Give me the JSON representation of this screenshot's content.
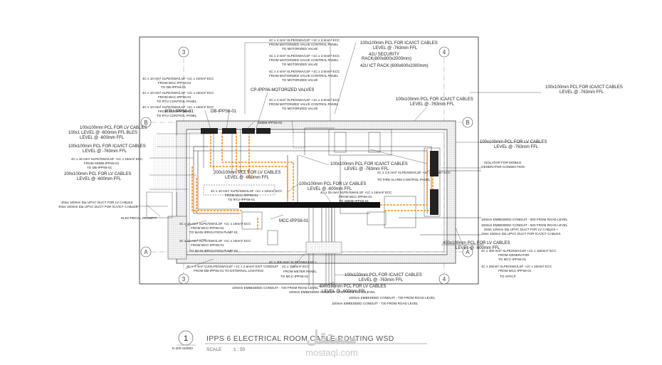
{
  "drawing": {
    "title": "IPPS 6  ELECTRICAL ROOM CABLE ROUTING WSD",
    "number": "1",
    "ref": "E-200-110503",
    "scale_label": "SCALE",
    "scale_value": "1 : 50",
    "watermark_ar": "مستقل",
    "watermark_en": "mostaql.com"
  },
  "grid": {
    "g3": "3",
    "g4": "4",
    "gB": "B",
    "gA": "A"
  },
  "labels": {
    "a_top1": "4C x 4 mm² XLPE/SWA/LSF +1C x 2.5mm² ECC",
    "a_top2": "FROM MOTORIZED VALVE CONTROL PANEL",
    "a_top3": "TO MOTORIZED VALVE",
    "a_top4": "4C x 4 mm² XLPE/SWA/LSF +1C x 2.5mm² ECC",
    "a_top5": "FROM MOTORIZED VALVE CONTROL PANEL",
    "a_top6": "TO MOTORIZED VALVE",
    "a_top7": "4C x 4 mm² XLPE/SWA/LSF +1C x 2.5mm² ECC",
    "a_top8": "FROM MOTORIZED VALVE CONTROL PANEL",
    "a_top9": "TO MOTORIZED VALVE",
    "cp_mv": "CP-IPPS6-MOTORIZED VALVES",
    "a_top10": "4C x 4 mm² XLPE/SWA/LSF +1C x 2.5mm² ECC",
    "a_top11": "FROM MOTORIZED VALVE CONTROL PANEL",
    "a_top12": "TO MOTORIZED VALVE",
    "pcl_ict_top1": "100x100mm PCL FOR ICA/ICT CABLES",
    "pcl_ict_top2": "LEVEL @ -763mm FFL",
    "sec42u_1": "42U SECURITY",
    "sec42u_2": "RACK(800x800x2000mm)",
    "ict42u": "42U ICT RACK (600x600x2000mm)",
    "pcl_ict_mid1": "100x100mm PCL FOR ICA/ICT CABLES",
    "pcl_ict_mid2": "LEVEL @ -763mm FFL",
    "pcl_ict_right1": "100x100mm PCL FOR ICA/ICT CABLES",
    "pcl_ict_right2": "LEVEL @ -763mm FFL",
    "l_rtu1": "4C x 10 mm² XLPE/SWA/LSF +1C x 10mm² ECC",
    "l_rtu2": "FROM MCC-IPPS6-01",
    "l_rtu3": "TO DB-IPPS6-01",
    "l_rtu4": "4C x 10 mm² XLPE/SWA/LSF +1C x 10mm² ECC",
    "l_rtu5": "FROM MCC-IPPS6-01",
    "l_rtu6": "TO RTU CONTROL PANEL",
    "l_rtu7": "4C x 10 mm² XLPE/SWA/LSF +1C x 10mm² ECC",
    "l_rtu8": "FROM MCC-IPPS6-01",
    "l_rtu9": "TO RTU CONTROL PANEL",
    "rtu": "RTU-IPPS6-01",
    "db": "DB-IPPS6-01",
    "smdb": "SMDB-IPPS6-01",
    "pcl_lv1a": "100x100mm PCL FOR LV CABLES",
    "pcl_lv1b": "100x1 LEVEL @ -600mm FFL BLES",
    "pcl_lv1c": "LEVEL @ -600mm FFL",
    "pcl_ict_l1": "100x100mm PCL FOR ICA/ICT CABLES",
    "pcl_ict_l2": "LEVEL @ -763mm FFL",
    "l_smdb1": "4C x 16 mm² XLPE/SWA/LSF +1C x 16mm² ECC",
    "l_smdb2": "FROM SMDB-IPPS6-01",
    "l_smdb3": "TO DB-IPPS6-01",
    "pcl_lv2a": "200x100mm PCL FOR LV CABLES",
    "pcl_lv2b": "LEVEL @ -600mm FFL",
    "duct1": "4Nos 100mm Dia UPVC DUCT FOR LV CABLES",
    "duct2": "4Nos 100mm Dia UPVC DUCT FOR ICA/ICT CABLES",
    "elec_drawpit": "ELECTRICAL DRAWPIT",
    "pcl_lv_c1": "200x100mm PCL FOR LV CABLES",
    "pcl_lv_c2": "LEVEL @ -600mm FFL",
    "c_rtu1": "4C x 10 mm² XLPE/SWA/LSF +1C x 10mm² ECC",
    "c_rtu2": "FROM MCC-IPPS6-01",
    "c_rtu3": "TO RTU-IPPS6-01",
    "mcc": "MCC-IPPS6-01",
    "lv_mid1": "100x100mm PCL FOR LV CABLES",
    "lv_mid2": "LEVEL @ -600mm FFL",
    "fire1": "2C x 2.5 mm² XLPE/SWA/LSF +1C x 2.5mm² ECC",
    "fire2": "TO FIRE ALARM CONTROL PANEL",
    "sm1": "4C x 25 mm² XLPE/SWA/LSF +1C x 16mm² ECC",
    "sm2": "FROM MCC-IPPS6-01",
    "sm3": "TO SMDB-IPPS6-01",
    "ict_c1": "100x100mm PCL FOR ICA/ICT CABLES",
    "ict_c2": "LEVEL @ -763mm FFL",
    "pcl_lv_r1": "100x100mm PCL FOR LV CABLES",
    "pcl_lv_r2": "LEVEL @ -763mm FFL",
    "iso1": "ISOLATOR FOR MOBILE",
    "iso2": "GENERATOR CONNECTION",
    "p1a": "3C x 16 mm² XLPE/SWA/LSF +1C x 16mm² ECC",
    "p1b": "FROM MCC-IPPS6-01",
    "p1c": "TO MAIN IRRIGATION PUMP-01",
    "p2a": "3C x 16 mm² XLPE/SWA/LSF +1C x 16mm² ECC",
    "p2b": "FROM MCC-IPPS6-01",
    "p2c": "TO MAIN IRRIGATION PUMP-02",
    "ext1": "3C x 4 mm² Cu/XLPE/SWA/LSF +1C x 2.5mm² EXIT CONDUIT",
    "ext2": "FROM DB-IPPS6-01 TO EXTERNAL LIGHTING",
    "mm1": "4C x 300 mm² XLPE/SWA/LSF +",
    "mm2": "1C x 150mm² ECC",
    "mm3": "FROM METER PANEL",
    "mm4": "TO MCC-IPPS6-01",
    "emb_r1": "100mm EMBEDDED CONDUIT - 600 FROM ROAD LEVEL",
    "emb_r2": "100mm EMBEDDED CONDUIT - 600 FROM ROAD LEVEL",
    "duct_r1": "2Nos 125mm Dia UPVC DUCT FOR LV CABLES +",
    "duct_r2": "1Nos 100mm Dia UPVC DUCT FOR ICA/ICT CABLES",
    "gen_pcl1": "400x100mm PCL FOR LV CABLES",
    "gen_pcl2": "LEVEL @ -600mm FFL",
    "gen1": "4C x 300 mm² XLPE/SWA/LSF +1C x 150mm² ECC",
    "gen2": "FROM GENERATOR",
    "gen3": "TO MCC-IPPS6-01",
    "cap1": "4C x 25mm² XLPE/SWA/LSF +1C x 16mm² ECC",
    "cap2": "FROM MCC-IPPS6-01",
    "cap3": "TO APFCP",
    "b_ict1": "100x100mm PCL FOR ICA/ICT CABLES",
    "b_ict2": "LEVEL @ -763mm FFL",
    "b_lv1": "400x100mm PCL FOR LV CABLES",
    "b_lv2": "LEVEL @ -600mm FFL",
    "emb_b1": "100mm EMBEDDED CONDUIT - 740 FROM ROAD LEVEL",
    "emb_b2": "100mm EMBEDDED CONDUIT - 740 FROM ROAD LEVEL",
    "emb_b3": "100mm EMBEDDED CONDUIT - 730 FROM ROAD LEVEL",
    "emb_b4": "100mm EMBEDDED CONDUIT - 730 FROM ROAD LEVEL"
  },
  "colors": {
    "cable_orange": "#f08c1e",
    "ink": "#222222",
    "trench": "#444444"
  }
}
